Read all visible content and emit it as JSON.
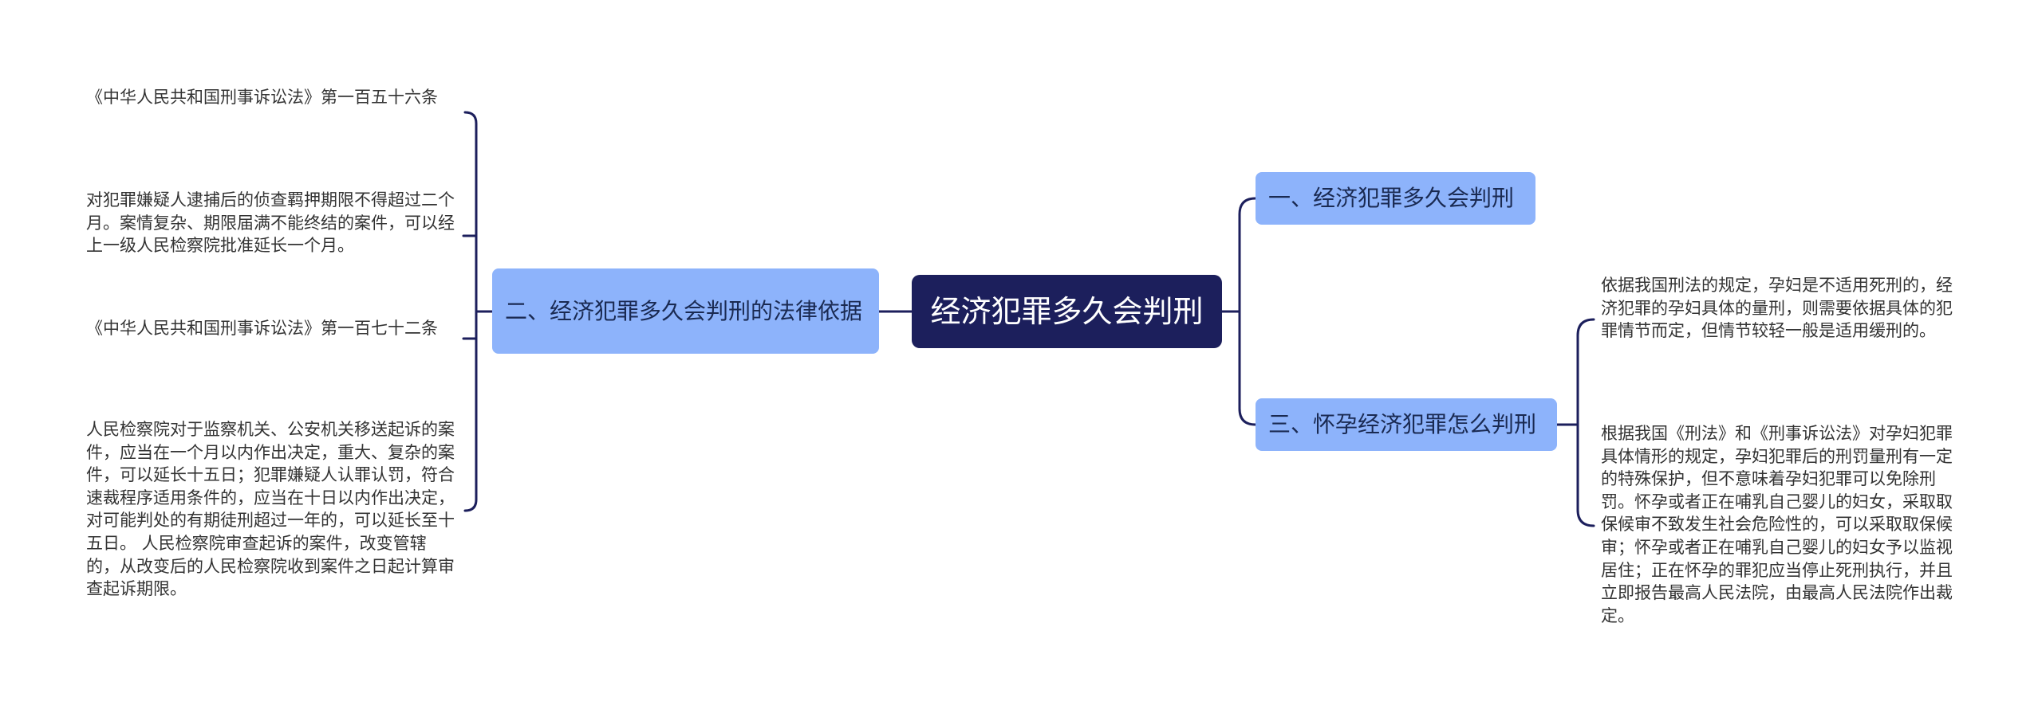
{
  "mindmap": {
    "root": "经济犯罪多久会判刑",
    "branch_1": "一、经济犯罪多久会判刑",
    "branch_2": "二、经济犯罪多久会判刑的法律依据",
    "branch_3": "三、怀孕经济犯罪怎么判刑",
    "branch_2_leaves": [
      "《中华人民共和国刑事诉讼法》第一百五十六条",
      "对犯罪嫌疑人逮捕后的侦查羁押期限不得超过二个月。案情复杂、期限届满不能终结的案件，可以经上一级人民检察院批准延长一个月。",
      "《中华人民共和国刑事诉讼法》第一百七十二条",
      "人民检察院对于监察机关、公安机关移送起诉的案件，应当在一个月以内作出决定，重大、复杂的案件，可以延长十五日；犯罪嫌疑人认罪认罚，符合速裁程序适用条件的，应当在十日以内作出决定，对可能判处的有期徒刑超过一年的，可以延长至十五日。 人民检察院审查起诉的案件，改变管辖的，从改变后的人民检察院收到案件之日起计算审查起诉期限。"
    ],
    "branch_3_leaves": [
      "依据我国刑法的规定，孕妇是不适用死刑的，经济犯罪的孕妇具体的量刑，则需要依据具体的犯罪情节而定，但情节较轻一般是适用缓刑的。",
      "根据我国《刑法》和《刑事诉讼法》对孕妇犯罪具体情形的规定，孕妇犯罪后的刑罚量刑有一定的特殊保护，但不意味着孕妇犯罪可以免除刑罚。怀孕或者正在哺乳自己婴儿的妇女，采取取保候审不致发生社会危险性的，可以采取取保候审；怀孕或者正在哺乳自己婴儿的妇女予以监视居住；正在怀孕的罪犯应当停止死刑执行，并且立即报告最高人民法院，由最高人民法院作出裁定。"
    ]
  },
  "colors": {
    "root_bg": "#1c1f5c",
    "branch_bg": "#8db3fb",
    "connector": "#1c1f5c",
    "leaf_text": "#333333"
  }
}
